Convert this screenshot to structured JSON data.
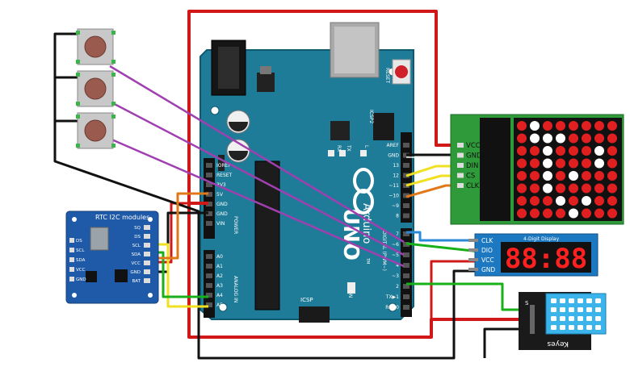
{
  "arduino": {
    "brand": "Arduino",
    "model": "UNO",
    "tm": "TM",
    "reset_label": "RESET",
    "icsp2_label": "ICSP2",
    "icsp_label": "ICSP",
    "tx_label": "TX",
    "rx_label": "RX",
    "l_label": "L",
    "on_label": "ON",
    "power_label": "POWER",
    "analog_label": "ANALOG IN",
    "digital_label": "DIGITAL (PWM~)",
    "power_pins": [
      "IOREF",
      "RESET",
      "3V3",
      "5V",
      "GND",
      "GND",
      "VIN"
    ],
    "analog_pins": [
      "A0",
      "A1",
      "A2",
      "A3",
      "A4",
      "A5"
    ],
    "digital_top": [
      "AREF",
      "GND",
      "13",
      "12",
      "~11",
      "~10",
      "~9",
      "8"
    ],
    "digital_bottom": [
      "7",
      "~6",
      "~5",
      "4",
      "~3",
      "2",
      "TX▶1",
      "RX◀0"
    ]
  },
  "rtc": {
    "title": "RTC  I2C modules",
    "pins_left": [
      "DS",
      "SCL",
      "SDA",
      "VCC",
      "GND"
    ],
    "pins_right": [
      "SQ",
      "DS",
      "SCL",
      "SDA",
      "VCC",
      "GND",
      "BAT"
    ]
  },
  "matrix": {
    "pins": [
      "VCC",
      "GND",
      "DIN",
      "CS",
      "CLK"
    ],
    "rows": [
      "10111111",
      "10001111",
      "11011101",
      "11011101",
      "11010111",
      "11011111",
      "11101011",
      "11110111"
    ],
    "on_color": "#e02020",
    "off_color": "#ffffff"
  },
  "seg": {
    "title": "4-Digit Display",
    "digits": "88:88",
    "pins": [
      "CLK",
      "DIO",
      "VCC",
      "GND"
    ],
    "color": "#ff2020"
  },
  "dht": {
    "label": "Keyes",
    "pin_s": "S"
  },
  "wire_colors": {
    "red": "#d01818",
    "black": "#111111",
    "purple": "#a040b0",
    "yellow": "#f0e020",
    "orange": "#e07818",
    "green": "#18b018",
    "blue": "#2a8ad8",
    "white": "#f4f4f4"
  }
}
